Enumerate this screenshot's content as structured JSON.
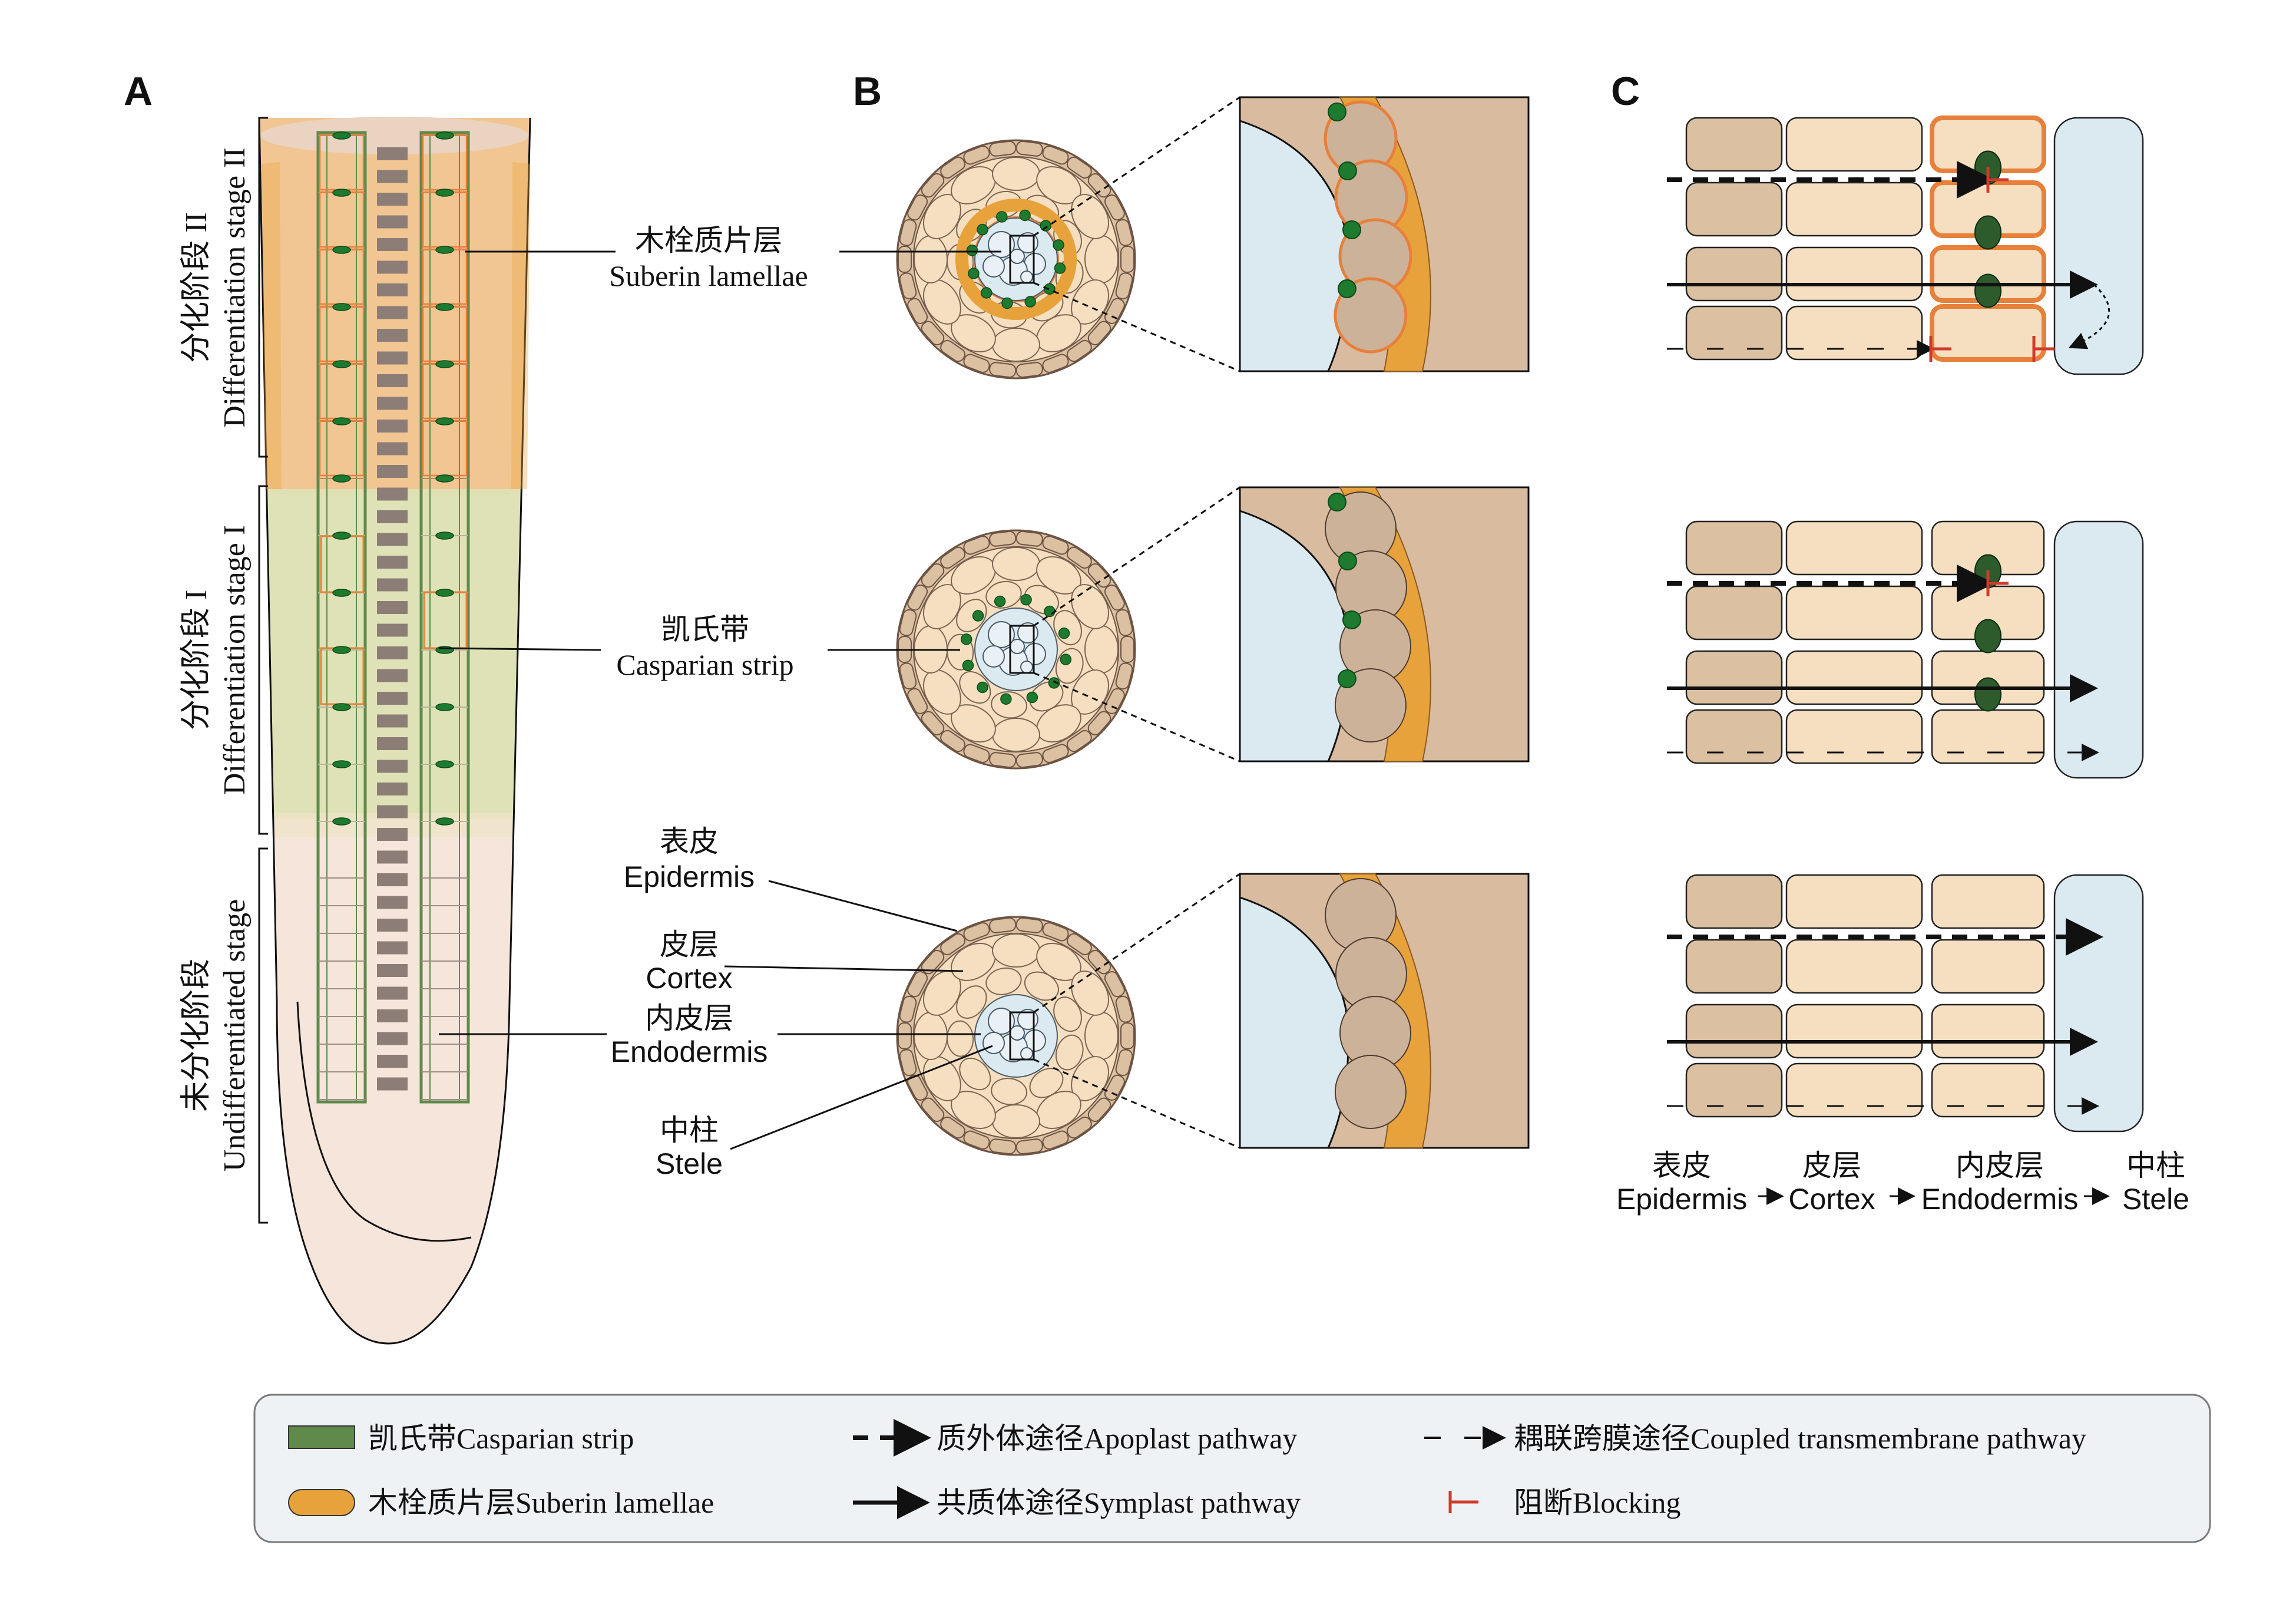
{
  "panels": {
    "a": "A",
    "b": "B",
    "c": "C"
  },
  "stages": {
    "stage2": {
      "cn": "分化阶段 II",
      "en": "Differentiation stage II"
    },
    "stage1": {
      "cn": "分化阶段 I",
      "en": "Differentiation stage I"
    },
    "undiff": {
      "cn": "未分化阶段",
      "en": "Undifferentiated stage"
    }
  },
  "labels": {
    "suberin": {
      "cn": "木栓质片层",
      "en": "Suberin lamellae"
    },
    "casparian": {
      "cn": "凯氏带",
      "en": "Casparian strip"
    },
    "epidermis": {
      "cn": "表皮",
      "en": "Epidermis"
    },
    "cortex": {
      "cn": "皮层",
      "en": "Cortex"
    },
    "endodermis": {
      "cn": "内皮层",
      "en": "Endodermis"
    },
    "stele": {
      "cn": "中柱",
      "en": "Stele"
    }
  },
  "flow_axis": [
    {
      "cn": "表皮",
      "en": "Epidermis"
    },
    {
      "cn": "皮层",
      "en": "Cortex"
    },
    {
      "cn": "内皮层",
      "en": "Endodermis"
    },
    {
      "cn": "中柱",
      "en": "Stele"
    }
  ],
  "legend": {
    "casparian": "凯氏带Casparian strip",
    "suberin": "木栓质片层Suberin lamellae",
    "apoplast": "质外体途径Apoplast pathway",
    "symplast": "共质体途径Symplast pathway",
    "coupled": "耦联跨膜途径Coupled transmembrane pathway",
    "blocking": "阻断Blocking"
  },
  "colors": {
    "casparian_green": "#5f8a4c",
    "casparian_dot": "#1e7a2e",
    "suberin_orange": "#e8a23c",
    "suberin_line": "#e6803a",
    "epidermis_cell": "#dcc0a2",
    "cortex_cell": "#f5dfc0",
    "stele_blue": "#dbe9f1",
    "blocking_red": "#d13a2a",
    "stage2_band": "#f1c48f",
    "stage1_band": "#dde2b4",
    "root_base": "#f6e5da"
  }
}
